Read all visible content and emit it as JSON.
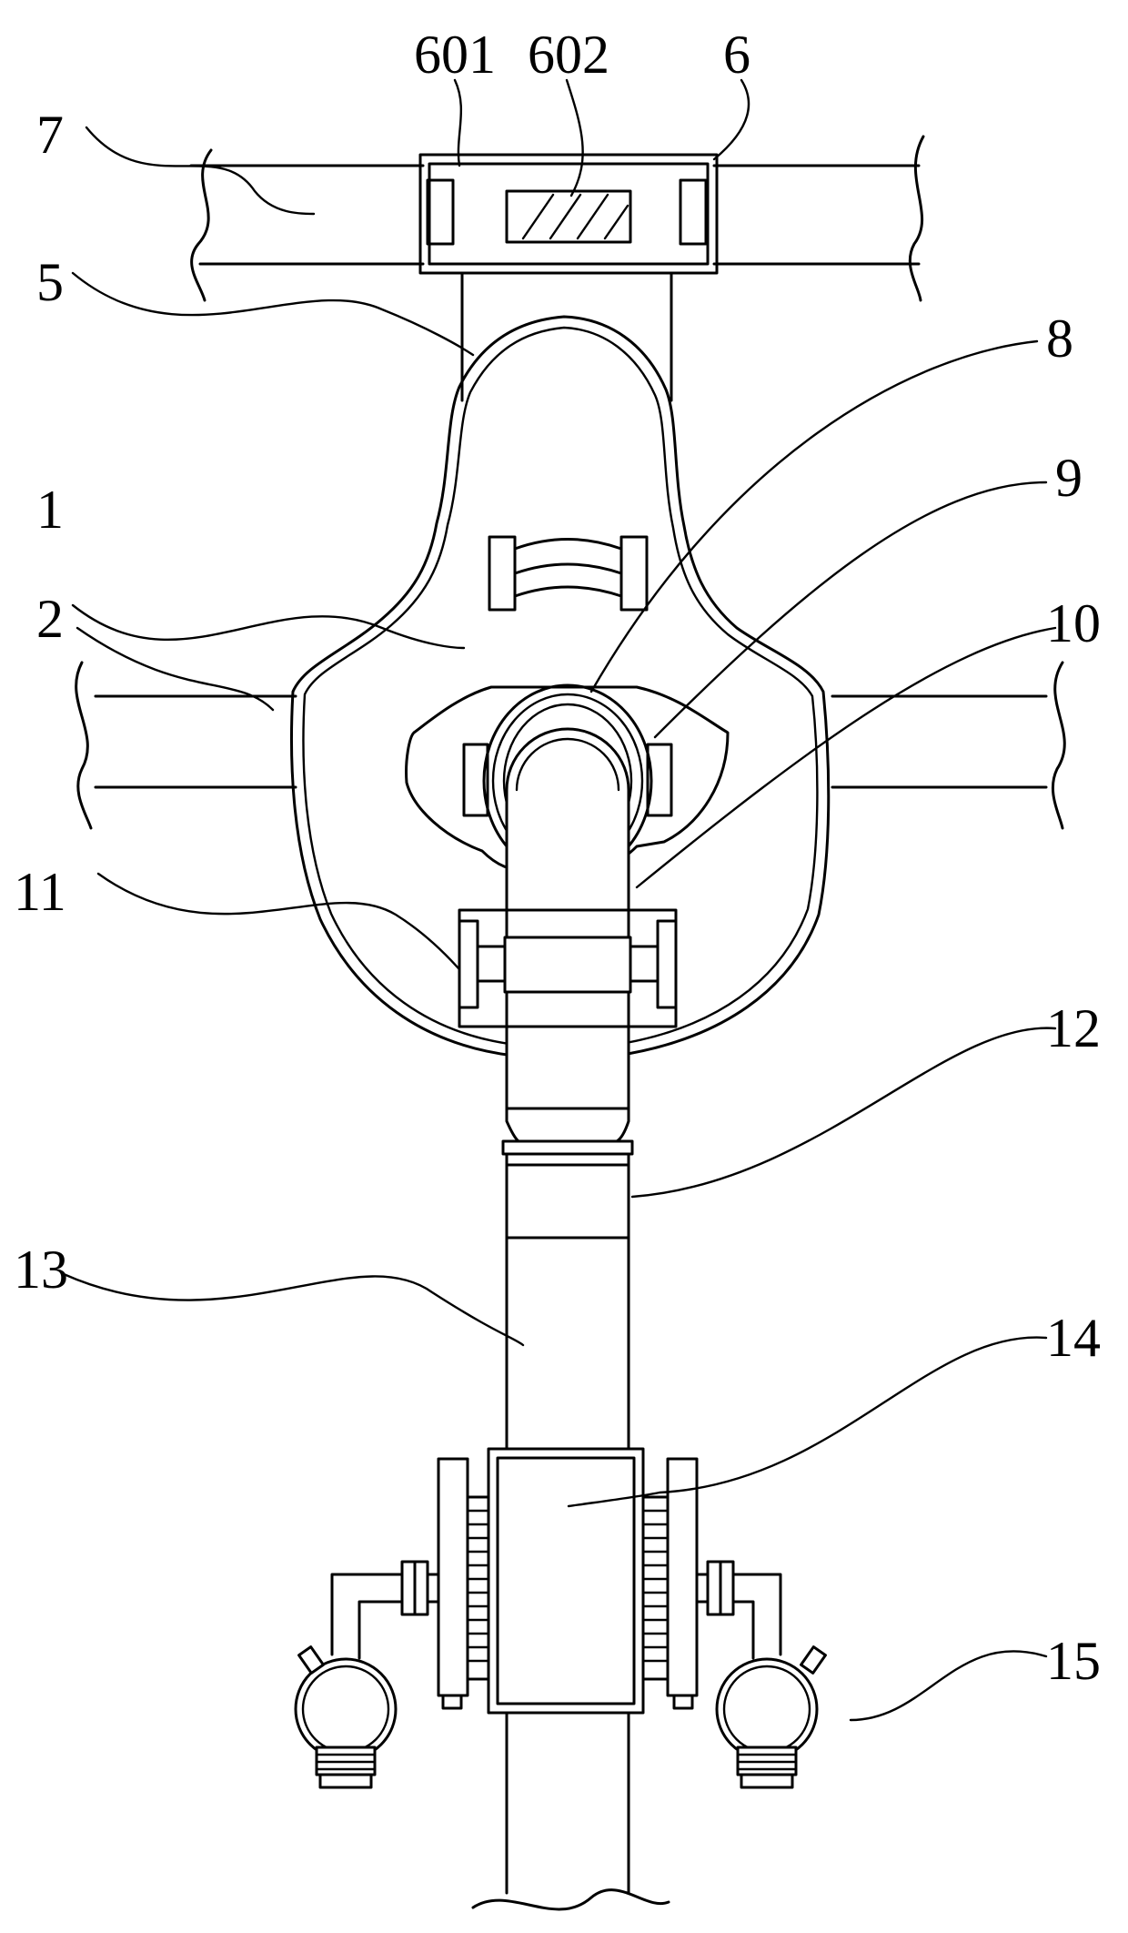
{
  "labels": {
    "l601": "601",
    "l602": "602",
    "l6": "6",
    "l7": "7",
    "l5": "5",
    "l8": "8",
    "l9": "9",
    "l1": "1",
    "l2": "2",
    "l10": "10",
    "l11": "11",
    "l12": "12",
    "l13": "13",
    "l14": "14",
    "l15": "15"
  }
}
